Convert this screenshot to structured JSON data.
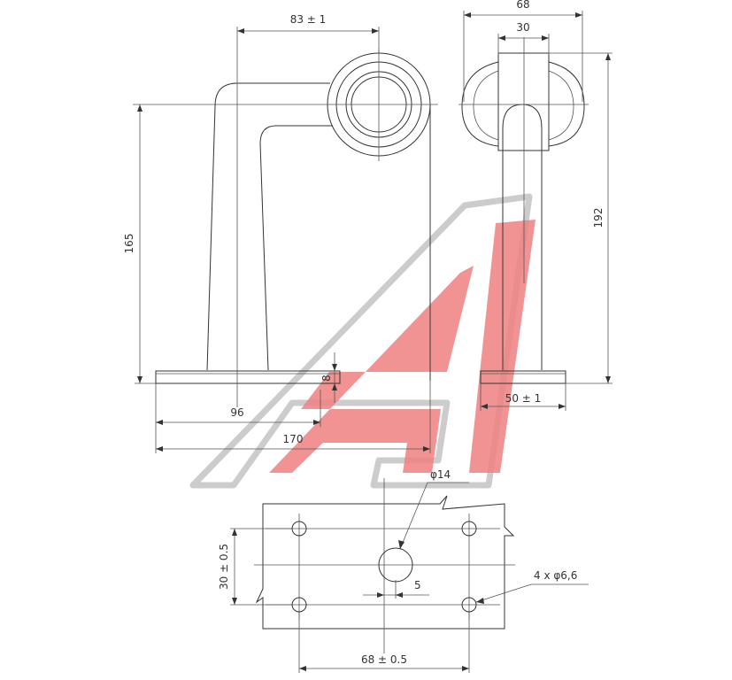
{
  "colors": {
    "line": "#333333",
    "watermark_fill": "#f08080",
    "watermark_outline": "#cccccc",
    "background": "#ffffff"
  },
  "dimensions": {
    "bracket_arm_reach": "83 ± 1",
    "head_width": "68",
    "head_inner": "30",
    "left_height": "165",
    "right_height": "192",
    "base_thickness": "8",
    "base_offset": "96",
    "base_length": "170",
    "base_side_width": "50 ± 1",
    "center_hole": "φ14",
    "hole_offset": "5",
    "hole_pattern_vertical": "30 ± 0.5",
    "hole_pattern_horizontal": "68 ± 0.5",
    "mounting_holes": "4 x φ6,6"
  },
  "watermark": {
    "icon": "letter-a-logo",
    "letter": "A"
  }
}
